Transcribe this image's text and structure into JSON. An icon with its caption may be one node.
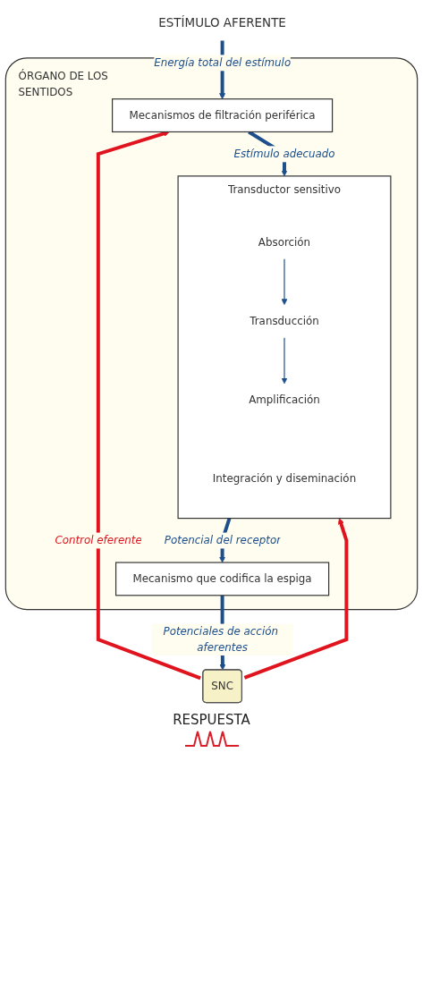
{
  "diagram": {
    "nodes": [
      {
        "text": [
          "ESTÍMULO AFERENTE"
        ]
      },
      {
        "text": [
          "ÓRGANO DE LOS SENTIDOS"
        ]
      },
      {
        "text": [
          "Mecanismos de filtración periférica"
        ],
        "in": 1
      },
      {
        "text": [
          "Transductor sensitivo"
        ],
        "in": 1
      },
      {
        "text": [
          "Absorción"
        ],
        "in": 3
      },
      {
        "text": [
          "Transducción"
        ],
        "in": 3
      },
      {
        "text": [
          "Amplificación"
        ],
        "in": 3
      },
      {
        "text": [
          "Integración y diseminación"
        ],
        "in": 3
      },
      {
        "text": [
          "Mecanismo que codifica la espiga"
        ],
        "in": 1
      },
      {
        "text": [
          "SNC"
        ]
      }
    ],
    "edges": [
      {
        "from": 0,
        "to": 2,
        "arrow": "to",
        "label": "Energía total del estímulo"
      },
      {
        "from": 2,
        "to": 3,
        "arrow": "to",
        "label": "Estímulo adecuado"
      },
      {
        "from": 4,
        "to": 5,
        "arrow": "to"
      },
      {
        "from": 5,
        "to": 6,
        "arrow": "to"
      },
      {
        "from": 3,
        "to": 8,
        "arrow": "to",
        "label": "Potencial del receptor"
      },
      {
        "from": 8,
        "to": 9,
        "arrow": "to",
        "label": "Potenciales de acción aferentes"
      },
      {
        "from": 9,
        "to": 2,
        "arrow": "to",
        "label": "Control eferente",
        "color": "#e0141e"
      },
      {
        "from": 9,
        "to": 3,
        "arrow": "to",
        "color": "#e0141e"
      }
    ],
    "labels": [
      "RESPUESTA"
    ]
  }
}
